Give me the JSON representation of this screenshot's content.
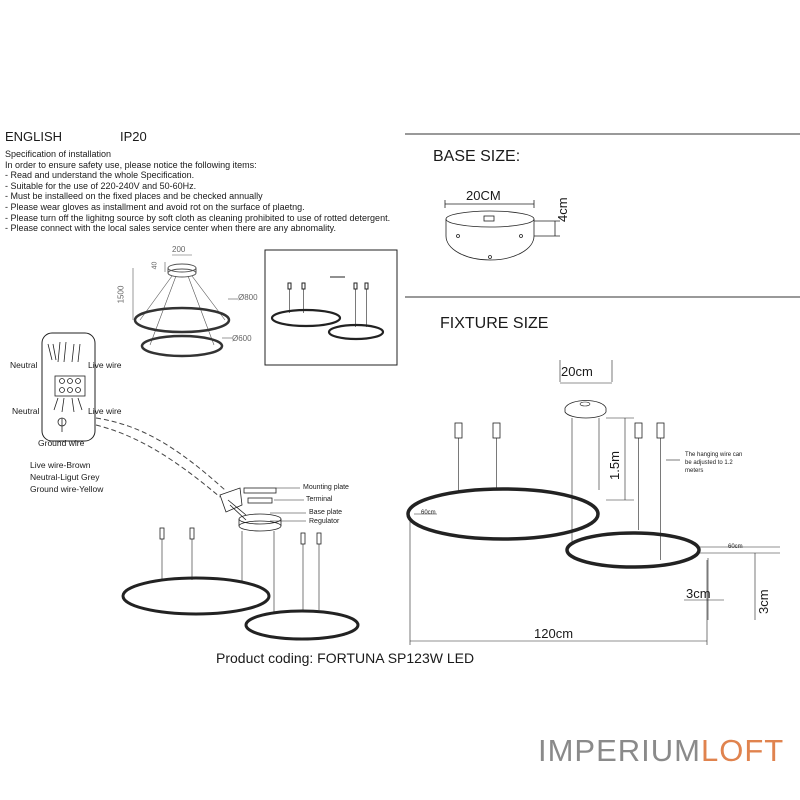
{
  "header": {
    "language": "ENGLISH",
    "ip_rating": "IP20"
  },
  "spec": {
    "title": "Specification of installation",
    "intro": "In order to ensure safety use, please notice the following items:",
    "items": [
      "- Read and understand the whole Specification.",
      "- Suitable for the use of 220-240V and 50-60Hz.",
      "- Must be installeed on the fixed places and be checked annually",
      "- Please wear gloves as installment and avoid rot on the surface of plaetng.",
      "- Please turn off the lighitng source by soft cloth as cleaning prohibited to use of rotted detergent.",
      "- Please connect with the local sales service center when there are any abnomality."
    ]
  },
  "small_fixture": {
    "top_dim": "200",
    "cap_dim": "40",
    "height_dim": "1500",
    "dia_large": "Ø800",
    "dia_small": "Ø600"
  },
  "wiring": {
    "neutral_top": "Neutral",
    "live_top": "Live wire",
    "neutral_mid": "Neutral",
    "live_mid": "Live wire",
    "ground": "Ground wire",
    "legend": [
      "Live wire-Brown",
      "Neutral-Ligut Grey",
      "Ground wire-Yellow"
    ]
  },
  "mounting": {
    "mounting_plate": "Mounting plate",
    "terminal": "Terminal",
    "base_plate": "Base plate",
    "regulator": "Regulator"
  },
  "base_size": {
    "title": "BASE SIZE:",
    "width": "20CM",
    "height": "4cm"
  },
  "fixture_size": {
    "title": "FIXTURE SIZE",
    "canopy": "20cm",
    "wire_len": "1.5m",
    "ring_a": "60cm",
    "ring_b": "60cm",
    "note_line1": "The hanging wire can",
    "note_line2": "be adjusted to 1.2",
    "note_line3": "meters",
    "ring_thickness": "3cm",
    "ring_height": "3cm",
    "total_width": "120cm"
  },
  "product_coding": "Product coding: FORTUNA SP123W LED",
  "logo": {
    "part1": "IMPERIUM",
    "part2": "LOFT",
    "color1": "#8a8a8a",
    "color2": "#e0834e"
  }
}
